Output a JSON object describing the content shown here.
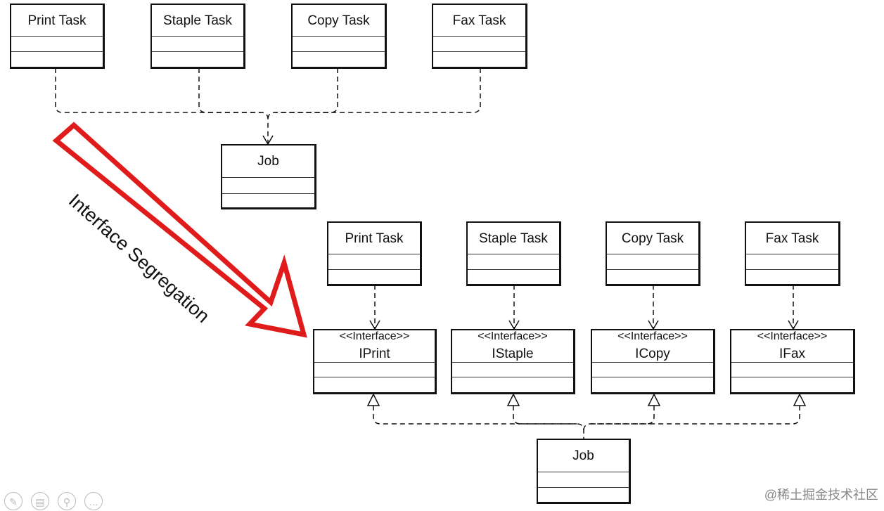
{
  "top_diagram": {
    "tasks": [
      "Print Task",
      "Staple Task",
      "Copy Task",
      "Fax Task"
    ],
    "job": "Job"
  },
  "transition_label": "Interface Segregation",
  "bottom_diagram": {
    "tasks": [
      "Print Task",
      "Staple Task",
      "Copy Task",
      "Fax Task"
    ],
    "interfaces": [
      {
        "stereotype": "<<Interface>>",
        "name": "IPrint"
      },
      {
        "stereotype": "<<Interface>>",
        "name": "IStaple"
      },
      {
        "stereotype": "<<Interface>>",
        "name": "ICopy"
      },
      {
        "stereotype": "<<Interface>>",
        "name": "IFax"
      }
    ],
    "job": "Job"
  },
  "watermark": "@稀土掘金技术社区",
  "footer_icons": [
    "pencil-icon",
    "clipboard-icon",
    "zoom-icon",
    "more-icon"
  ],
  "colors": {
    "arrow": "#e01b1b",
    "line": "#111111"
  }
}
